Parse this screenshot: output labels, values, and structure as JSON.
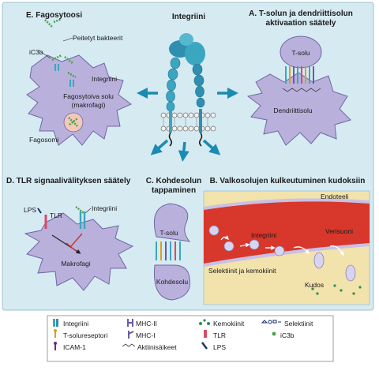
{
  "panels": {
    "integrin_title": "Integriini",
    "e": {
      "title": "E. Fagosytoosi",
      "ic3b": "iC3b",
      "bacteria": "Peitetyt bakteerit",
      "integrin": "Integriini",
      "cell_line1": "Fagosytoiva solu",
      "cell_line2": "(makrofagi)",
      "phagosome": "Fagosomi"
    },
    "a": {
      "title_line1": "A. T-solun ja dendriittisolun",
      "title_line2": "aktivaation säätely",
      "tcell": "T-solu",
      "dendritic": "Dendriittisolu"
    },
    "d": {
      "title": "D. TLR signaalivälityksen säätely",
      "lps": "LPS",
      "tlr": "TLR",
      "integrin": "Integriini",
      "macrophage": "Makrofagi"
    },
    "c": {
      "title_line1": "C. Kohdesolun",
      "title_line2": "tappaminen",
      "tcell": "T-solu",
      "target": "Kohdesolu"
    },
    "b": {
      "title": "B. Valkosolujen kulkeutuminen kudoksiin",
      "endothelium": "Endoteeli",
      "integrin": "Integriini",
      "vessel": "Verisuoni",
      "selectins": "Selektiinit ja kemokiinit",
      "tissue": "Kudos"
    }
  },
  "legend": [
    {
      "icon": "integrin-icon",
      "label": "Integriini"
    },
    {
      "icon": "mhc2-icon",
      "label": "MHC-II"
    },
    {
      "icon": "chemokine-icon",
      "label": "Kemokiinit"
    },
    {
      "icon": "selectin-icon",
      "label": "Selektiinit"
    },
    {
      "icon": "tcr-icon",
      "label": "T-solureseptori"
    },
    {
      "icon": "mhc1-icon",
      "label": "MHC-I"
    },
    {
      "icon": "tlr-icon",
      "label": "TLR"
    },
    {
      "icon": "ic3b-icon",
      "label": "iC3b"
    },
    {
      "icon": "icam1-icon",
      "label": "ICAM-1"
    },
    {
      "icon": "actin-icon",
      "label": "Aktiinisäikeet"
    },
    {
      "icon": "lps-icon",
      "label": "LPS"
    }
  ],
  "colors": {
    "background": "#d6eaf2",
    "cell": "#b9b1dc",
    "cell_stroke": "#6e66a3",
    "vessel": "#d8372b",
    "tissue": "#f2e2ac",
    "arrow": "#1a8bb1",
    "integrin": "#3ba6c0",
    "tlr": "#d94a6a"
  }
}
